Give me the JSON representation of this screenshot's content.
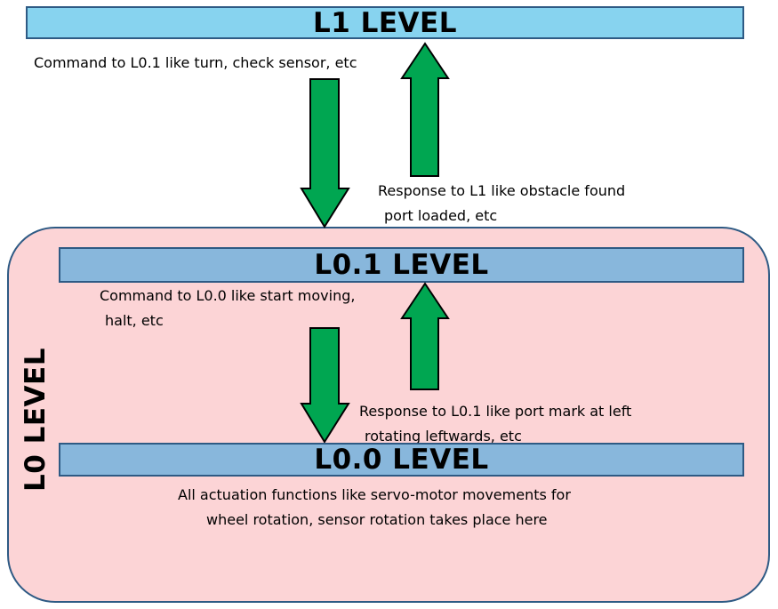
{
  "levels": {
    "l1": "L1 LEVEL",
    "l0_1": "L0.1 LEVEL",
    "l0_0": "L0.0 LEVEL",
    "l0": "L0 LEVEL"
  },
  "notes": {
    "command_to_l01": "Command to L0.1  like turn, check sensor, etc",
    "response_to_l1_line1": "Response to L1 like obstacle found",
    "response_to_l1_line2": "port loaded, etc",
    "command_to_l00_line1": "Command to L0.0 like start moving,",
    "command_to_l00_line2": "halt, etc",
    "response_to_l01_line1": "Response to L0.1 like port mark at left",
    "response_to_l01_line2": "rotating leftwards, etc",
    "actuation_line1": "All actuation functions like servo-motor movements for",
    "actuation_line2": "wheel rotation, sensor rotation takes place here"
  },
  "colors": {
    "l1_bar": "#87d3ef",
    "sub_level_bar": "#88b7dc",
    "l0_panel": "#fcd4d6",
    "border": "#2e5a84",
    "arrow_fill": "#00a651",
    "arrow_stroke": "#000000"
  }
}
